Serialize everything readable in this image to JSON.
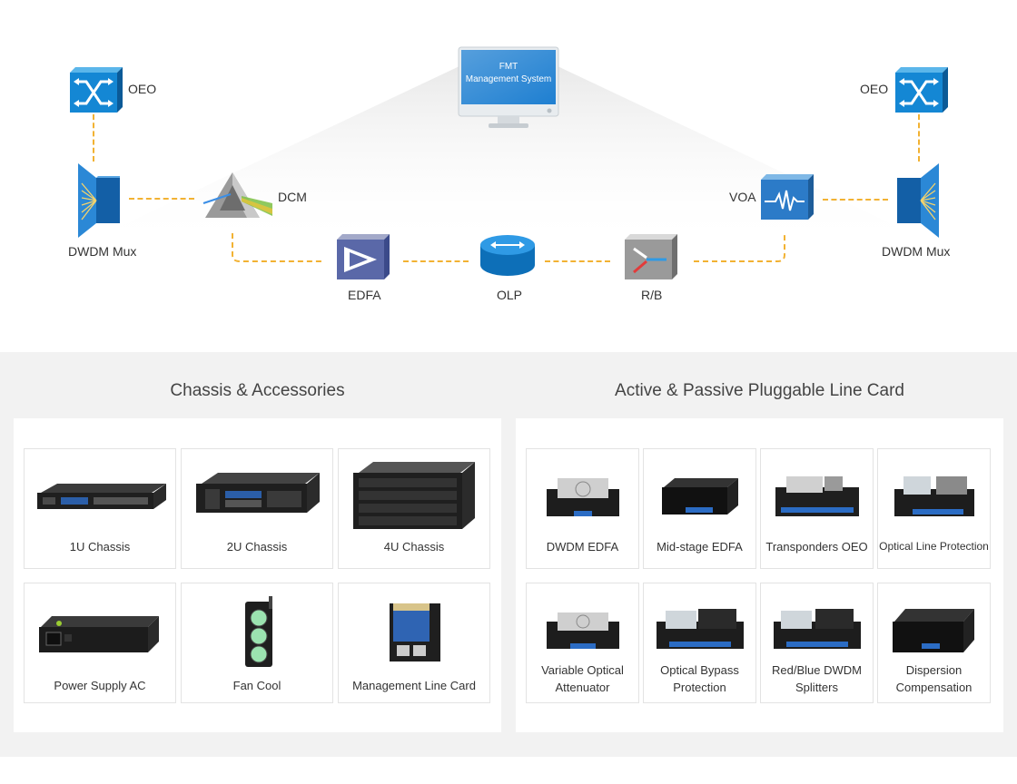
{
  "diagram": {
    "management_system": {
      "line1": "FMT",
      "line2": "Management System"
    },
    "nodes": {
      "oeo_left": "OEO",
      "oeo_right": "OEO",
      "mux_left": "DWDM Mux",
      "mux_right": "DWDM Mux",
      "dcm": "DCM",
      "voa": "VOA",
      "edfa": "EDFA",
      "olp": "OLP",
      "rb": "R/B"
    },
    "colors": {
      "link": "#f2b233",
      "device_blue": "#1d6fb8",
      "device_gray": "#8c8c8c"
    }
  },
  "chassis": {
    "title": "Chassis & Accessories",
    "items": [
      {
        "label": "1U Chassis",
        "icon": "1u-chassis-icon"
      },
      {
        "label": "2U Chassis",
        "icon": "2u-chassis-icon"
      },
      {
        "label": "4U Chassis",
        "icon": "4u-chassis-icon"
      },
      {
        "label": "Power Supply AC",
        "icon": "power-supply-icon"
      },
      {
        "label": "Fan Cool",
        "icon": "fan-icon"
      },
      {
        "label": "Management Line Card",
        "icon": "management-card-icon"
      }
    ]
  },
  "linecards": {
    "title": "Active & Passive Pluggable Line Card",
    "items": [
      {
        "label": "DWDM EDFA"
      },
      {
        "label": "Mid-stage  EDFA"
      },
      {
        "label": "Transponders OEO"
      },
      {
        "label": "Optical Line Protection"
      },
      {
        "label": "Variable Optical Attenuator",
        "line1": "Variable Optical",
        "line2": "Attenuator"
      },
      {
        "label": "Optical Bypass Protection",
        "line1": "Optical Bypass",
        "line2": "Protection"
      },
      {
        "label": "Red/Blue DWDM Splitters",
        "line1": "Red/Blue DWDM",
        "line2": "Splitters"
      },
      {
        "label": "Dispersion Compensation",
        "line1": "Dispersion",
        "line2": "Compensation"
      }
    ]
  }
}
